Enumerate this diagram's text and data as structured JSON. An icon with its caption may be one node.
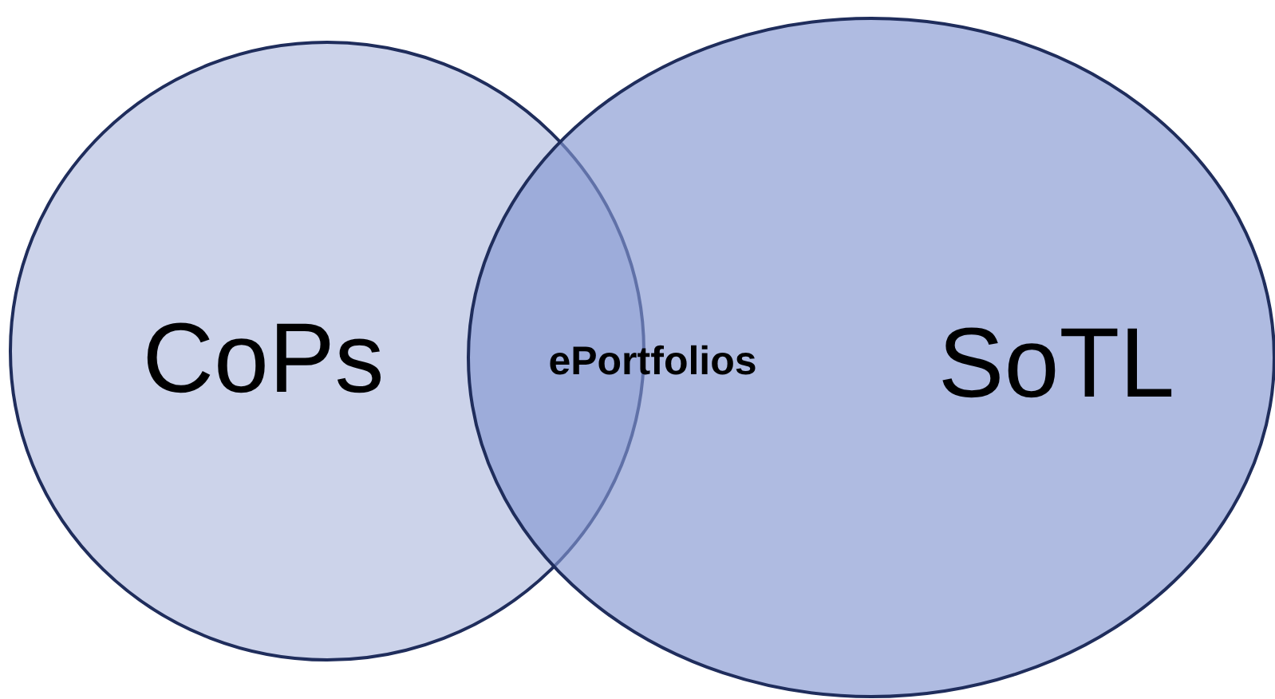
{
  "diagram": {
    "nodes": [
      {
        "text": [
          "CoPs"
        ]
      },
      {
        "text": [
          "SoTL"
        ]
      }
    ],
    "labels": [
      "ePortfolios"
    ]
  }
}
